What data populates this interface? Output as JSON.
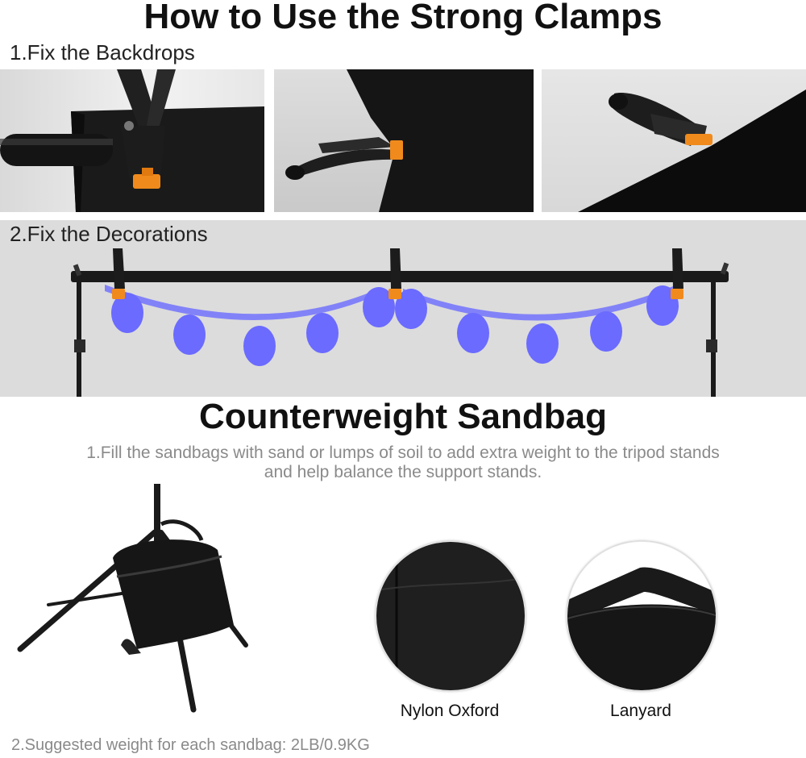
{
  "clamps": {
    "title": "How to Use the Strong Clamps",
    "step1_label": "1.Fix the Backdrops",
    "step2_label": "2.Fix the Decorations"
  },
  "sandbag": {
    "title": "Counterweight Sandbag",
    "fill_description": "1.Fill the sandbags with sand or lumps of soil to add extra weight to the tripod stands and help balance the support stands.",
    "material_label": "Nylon Oxford",
    "lanyard_label": "Lanyard",
    "weight_note": "2.Suggested weight for each sandbag: 2LB/0.9KG"
  },
  "colors": {
    "clamp_tip": "#f08a1c",
    "clamp_body": "#1c1c1c",
    "banner": "#6b6bff",
    "backdrop": "#111111"
  },
  "icons": [
    "spring-clamp-icon",
    "crossbar-icon",
    "bunting-banner-icon",
    "tripod-icon",
    "sandbag-icon"
  ]
}
